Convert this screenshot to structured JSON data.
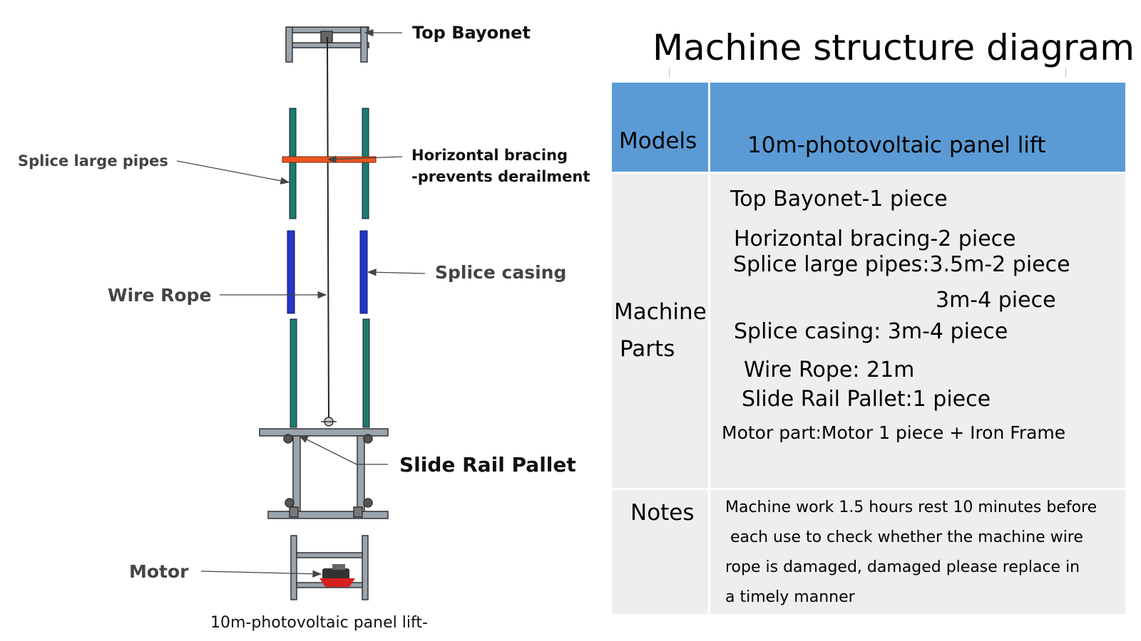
{
  "diagram": {
    "labels": {
      "top_bayonet": "Top Bayonet",
      "splice_large_pipes": "Splice large pipes",
      "horizontal_bracing_line1": "Horizontal bracing",
      "horizontal_bracing_line2": "-prevents derailment",
      "splice_casing": "Splice casing",
      "wire_rope": "Wire Rope",
      "slide_rail_pallet": "Slide Rail Pallet",
      "motor": "Motor"
    },
    "caption": "10m-photovoltaic panel lift-",
    "colors": {
      "pipe": "#1f7a6e",
      "casing": "#2436c8",
      "bracing": "#ee5520",
      "frame": "#9aa4ad",
      "motor": "#d62020"
    }
  },
  "spec": {
    "title": "Machine structure diagram",
    "header_color": "#5b9bd5",
    "body_color": "#eeeeee",
    "models_label": "Models",
    "models_value": "10m-photovoltaic panel lift",
    "parts_label_line1": "Machine",
    "parts_label_line2": "Parts",
    "parts": [
      "Top Bayonet-1 piece",
      "Horizontal bracing-2 piece",
      "Splice large pipes:3.5m-2 piece",
      "3m-4 piece",
      "Splice casing: 3m-4 piece",
      "Wire Rope: 21m",
      "Slide Rail Pallet:1 piece",
      "Motor part:Motor 1 piece + Iron Frame"
    ],
    "notes_label": "Notes",
    "notes_lines": [
      "Machine work 1.5 hours rest 10 minutes before",
      " each use to check whether the machine wire",
      "rope is damaged, damaged please replace in",
      "a timely manner"
    ]
  }
}
